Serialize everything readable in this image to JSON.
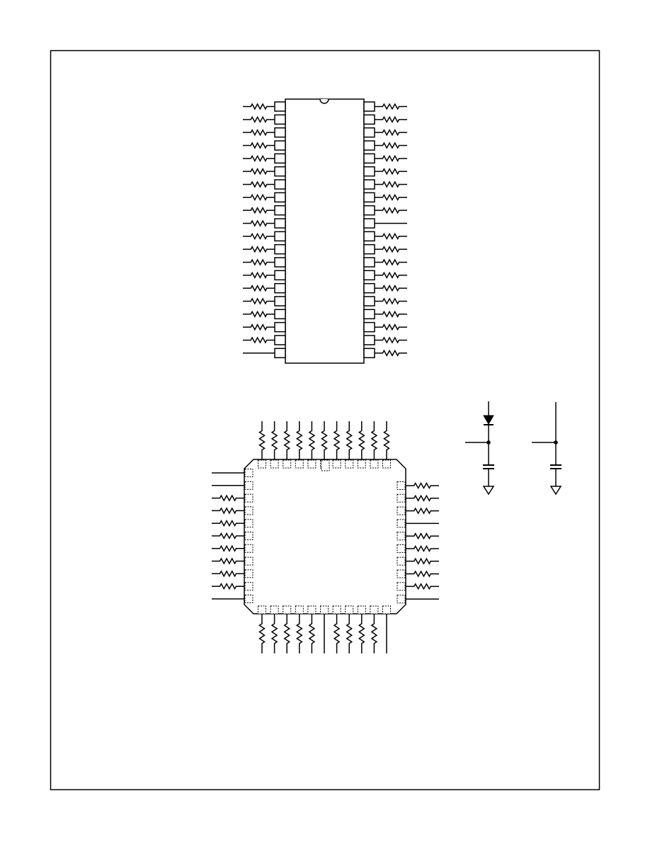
{
  "page": {
    "background": "#ffffff",
    "line_color": "#000000"
  },
  "dip_package": {
    "pins_per_side": 20,
    "left_side": [
      "r",
      "r",
      "r",
      "r",
      "r",
      "r",
      "r",
      "r",
      "r",
      "r",
      "r",
      "r",
      "r",
      "r",
      "r",
      "r",
      "r",
      "r",
      "r",
      "w"
    ],
    "right_side": [
      "r",
      "r",
      "r",
      "r",
      "r",
      "r",
      "r",
      "r",
      "r",
      "w",
      "r",
      "r",
      "r",
      "r",
      "r",
      "r",
      "r",
      "r",
      "r",
      "r"
    ],
    "notch_icon": "notch-icon"
  },
  "plcc_package": {
    "pins_per_side": 11,
    "top_side": [
      "r",
      "r",
      "r",
      "r",
      "r",
      "r",
      "r",
      "r",
      "r",
      "r",
      "r"
    ],
    "bottom_side": [
      "r",
      "r",
      "r",
      "r",
      "r",
      "w",
      "r",
      "r",
      "r",
      "r",
      "w"
    ],
    "left_side": [
      "w",
      "w",
      "r",
      "r",
      "r",
      "r",
      "r",
      "r",
      "r",
      "r",
      "w"
    ],
    "right_side": [
      "r",
      "r",
      "r",
      "w",
      "r",
      "r",
      "r",
      "r",
      "r",
      "w"
    ],
    "pin1_marker": "pin1-notch-icon"
  },
  "load_circuits": [
    {
      "id": "diode-load",
      "icons": [
        "diode-icon",
        "junction-dot-icon",
        "capacitor-icon",
        "ground-icon"
      ]
    },
    {
      "id": "cap-load",
      "icons": [
        "junction-dot-icon",
        "capacitor-icon",
        "ground-icon"
      ]
    }
  ]
}
